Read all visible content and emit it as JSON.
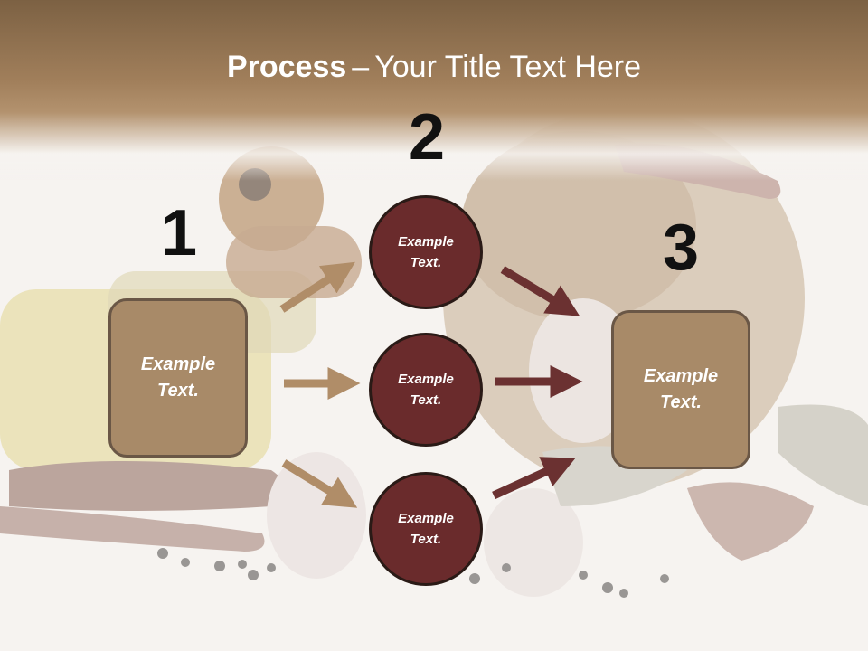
{
  "slide": {
    "title_bold": "Process",
    "title_dash": "–",
    "title_rest": "Your Title Text Here",
    "steps": [
      {
        "number": "1",
        "label": "Example Text."
      },
      {
        "number": "2",
        "labels": [
          "Example Text.",
          "Example Text.",
          "Example Text."
        ]
      },
      {
        "number": "3",
        "label": "Example Text."
      }
    ]
  },
  "colors": {
    "header": "#a17f5b",
    "box_fill": "#a88a68",
    "box_border": "#6a5746",
    "circle_fill": "#6a2b2c",
    "arrow_light": "#b08d68",
    "arrow_dark": "#6b3131"
  }
}
